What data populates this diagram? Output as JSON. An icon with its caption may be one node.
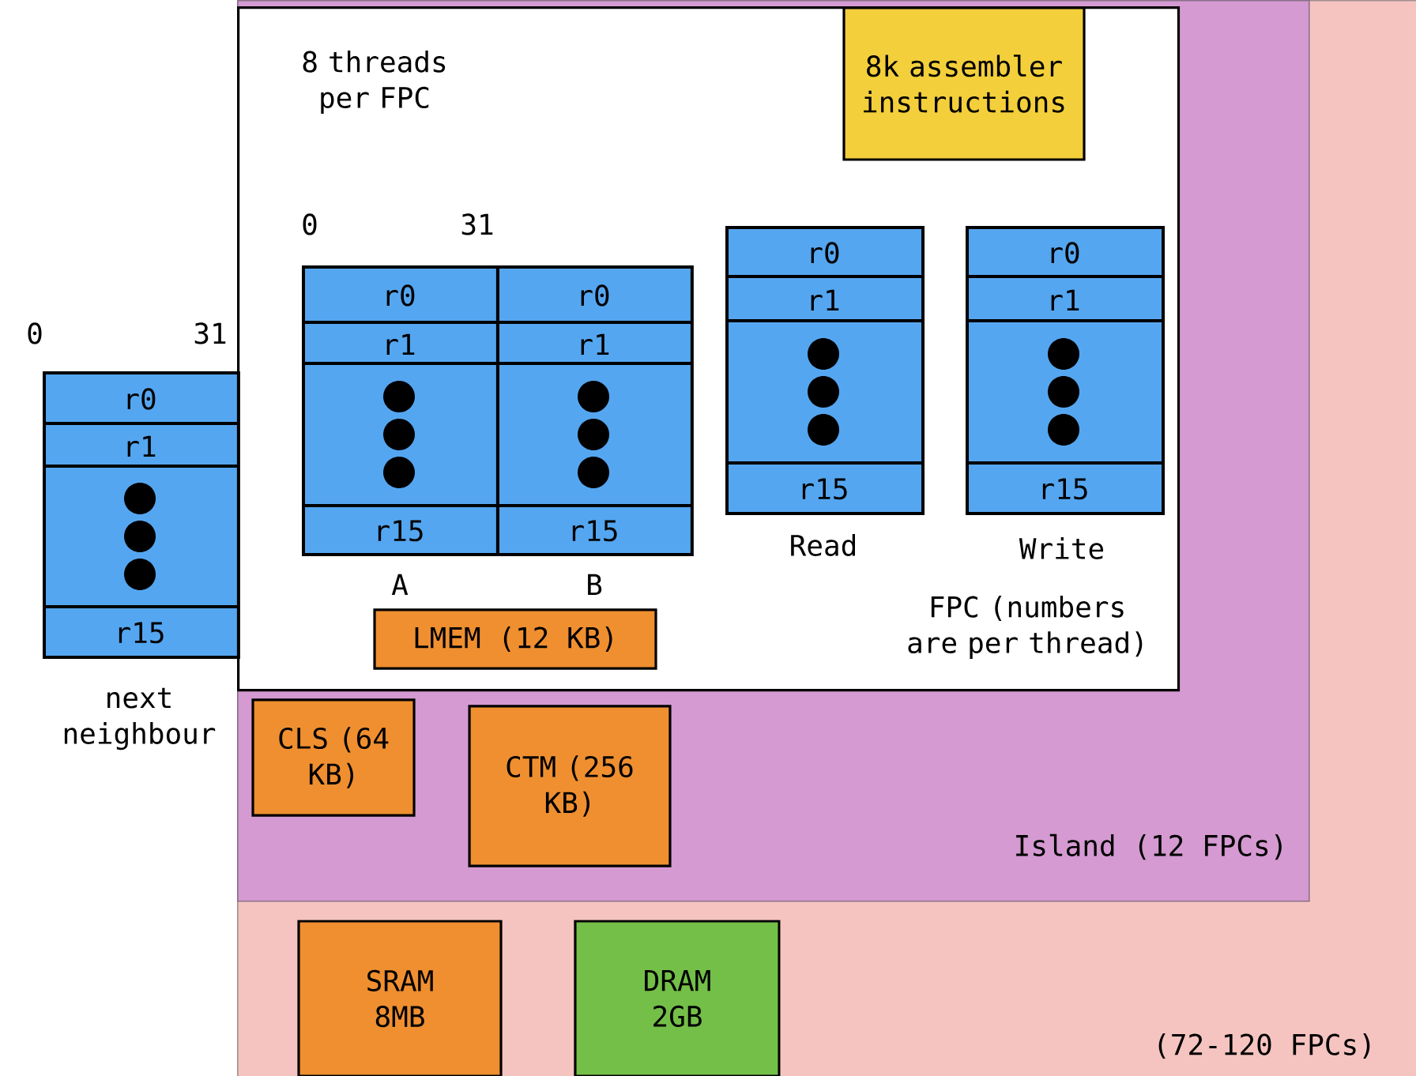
{
  "diagram": {
    "nodes": [
      {
        "text": [
          "(72-120 FPCs)"
        ]
      },
      {
        "text": [
          "Island (12 FPCs)"
        ],
        "in": 0
      },
      {
        "text": [
          "8 threads per FPC",
          "FPC (numbers are per thread)"
        ],
        "in": 1
      },
      {
        "text": [
          "8k assembler instructions"
        ],
        "in": 2
      },
      {
        "text": [
          "r0",
          "r1",
          "r15"
        ],
        "beside": [
          "A"
        ],
        "in": 2
      },
      {
        "text": [
          "r0",
          "r1",
          "r15"
        ],
        "beside": [
          "B"
        ],
        "in": 2
      },
      {
        "text": [
          "r0",
          "r1",
          "r15"
        ],
        "beside": [
          "Read"
        ],
        "in": 2
      },
      {
        "text": [
          "r0",
          "r1",
          "r15"
        ],
        "beside": [
          "Write"
        ],
        "in": 2
      },
      {
        "text": [
          "LMEM (12 KB)"
        ],
        "in": 2
      },
      {
        "text": [
          "r0",
          "r1",
          "r15"
        ],
        "beside": [
          "next neighbour"
        ]
      },
      {
        "text": [
          "CLS (64 KB)"
        ],
        "in": 1
      },
      {
        "text": [
          "CTM (256 KB)"
        ],
        "in": 1
      },
      {
        "text": [
          "SRAM 8MB"
        ],
        "in": 0
      },
      {
        "text": [
          "DRAM 2GB"
        ],
        "in": 0
      }
    ],
    "labels": [
      "0",
      "31",
      "0",
      "31"
    ]
  }
}
